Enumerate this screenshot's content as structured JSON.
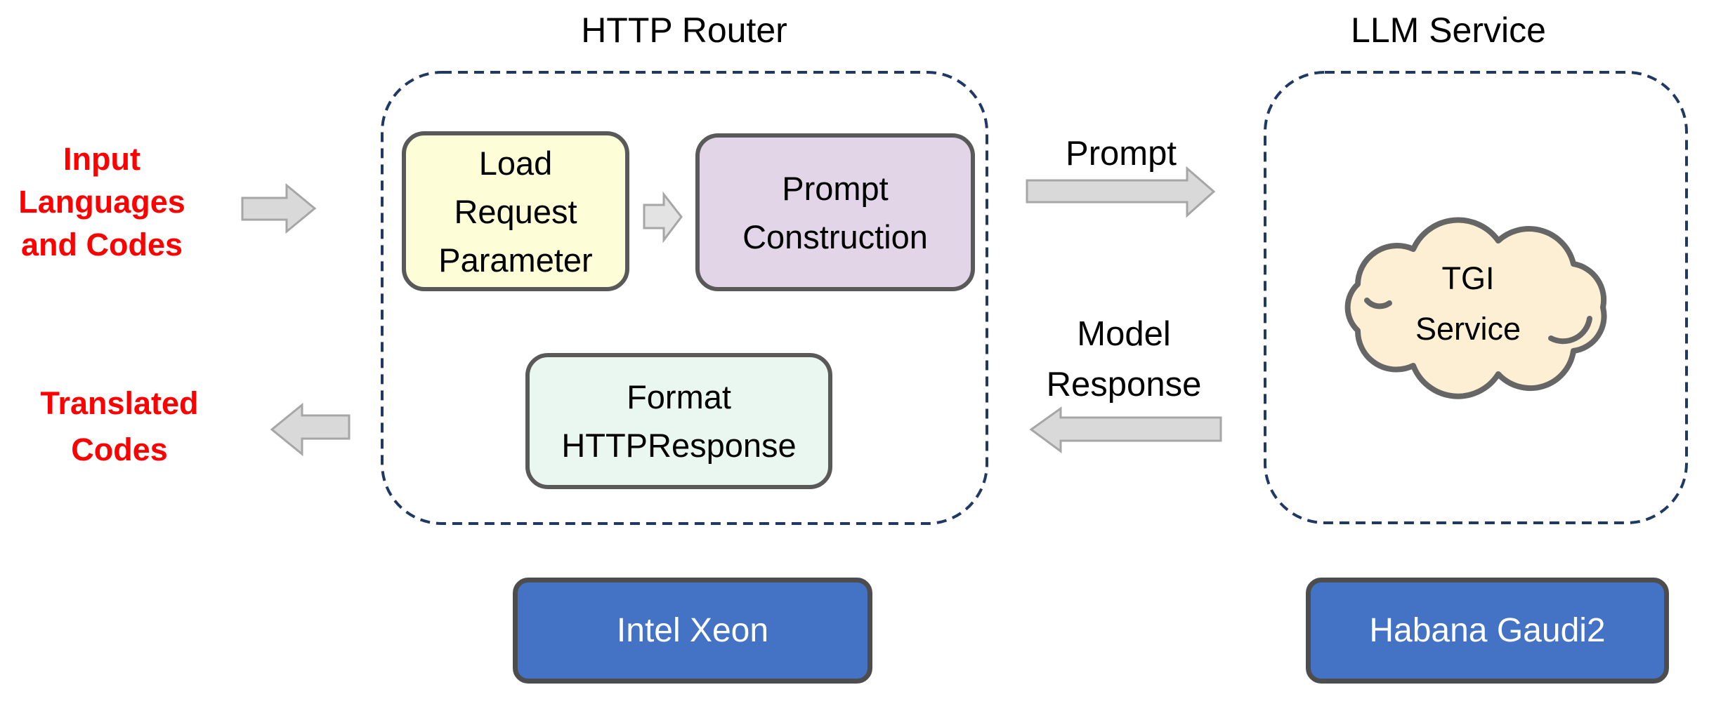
{
  "diagram": {
    "left_labels": {
      "input": "Input\nLanguages\nand Codes",
      "translated": "Translated\nCodes"
    },
    "http_router": {
      "title": "HTTP Router",
      "boxes": {
        "load_request": "Load\nRequest\nParameter",
        "prompt_construction": "Prompt\nConstruction",
        "format_response": "Format\nHTTPResponse"
      }
    },
    "llm_service": {
      "title": "LLM Service",
      "cloud": "TGI\nService"
    },
    "flow_labels": {
      "prompt": "Prompt",
      "model_response": "Model\nResponse"
    },
    "hardware": {
      "xeon": "Intel Xeon",
      "gaudi": "Habana Gaudi2"
    },
    "colors": {
      "red_label": "#FF0000",
      "dashed_border": "#1F3864",
      "box_border": "#595959",
      "yellow_fill": "#FDFDD7",
      "purple_fill": "#E1D5E7",
      "mint_fill": "#EAF7F1",
      "cloud_fill": "#FCEFD4",
      "cloud_border": "#666666",
      "blue_fill": "#4472C4",
      "blue_border": "#4D4D4D",
      "arrow_fill": "#D9D9D9",
      "arrow_border": "#A6A6A6"
    }
  }
}
